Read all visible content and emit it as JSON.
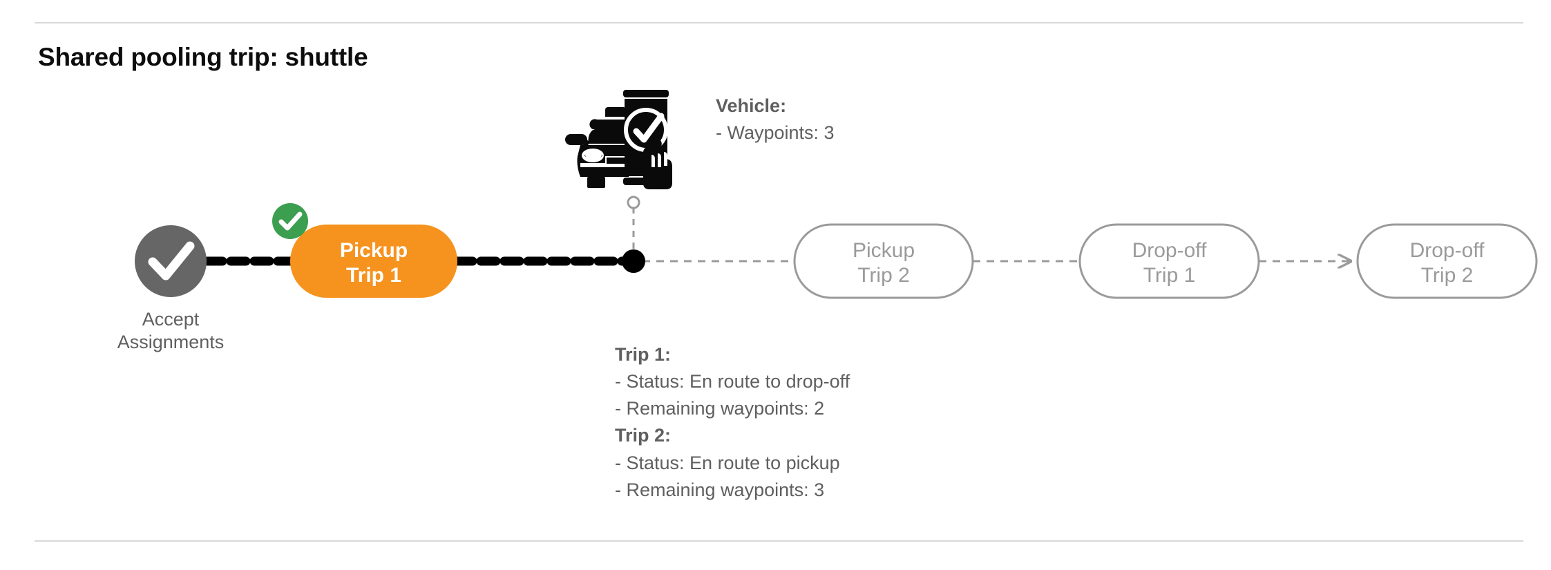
{
  "page": {
    "title": "Shared pooling trip: shuttle",
    "background": "#ffffff"
  },
  "colors": {
    "accent_orange": "#f6921e",
    "badge_green": "#3c9e4f",
    "completed_gray": "#666666",
    "ghost_gray": "#9a9a9a",
    "text_gray": "#5f5f5f",
    "rule_gray": "#d8d8d8",
    "active_path": "#000000"
  },
  "flow": {
    "start_node": {
      "icon": "check-circle-icon",
      "label_line1": "Accept",
      "label_line2": "Assignments",
      "state": "completed"
    },
    "nodes": [
      {
        "id": "pickup-trip-1",
        "line1": "Pickup",
        "line2": "Trip 1",
        "state": "completed",
        "badge": "check-badge-icon"
      },
      {
        "id": "pickup-trip-2",
        "line1": "Pickup",
        "line2": "Trip 2",
        "state": "pending",
        "badge": null
      },
      {
        "id": "dropoff-trip-1",
        "line1": "Drop-off",
        "line2": "Trip 1",
        "state": "pending",
        "badge": null
      },
      {
        "id": "dropoff-trip-2",
        "line1": "Drop-off",
        "line2": "Trip 2",
        "state": "pending",
        "badge": null
      }
    ],
    "vehicle_marker": {
      "icon": "vehicle-phone-check-icon",
      "position_dot": "current-position-dot"
    }
  },
  "annotations": {
    "vehicle": {
      "heading": "Vehicle",
      "heading_suffix": ":",
      "line1": "- Waypoints: 3"
    },
    "trips": {
      "trip1_heading": "Trip 1",
      "trip1_suffix": ":",
      "trip1_status": "- Status:  En route to drop-off",
      "trip1_waypoints": "- Remaining waypoints: 2",
      "trip2_heading": "Trip 2",
      "trip2_suffix": ":",
      "trip2_status": "- Status:  En route to pickup",
      "trip2_waypoints": "- Remaining waypoints: 3"
    }
  }
}
